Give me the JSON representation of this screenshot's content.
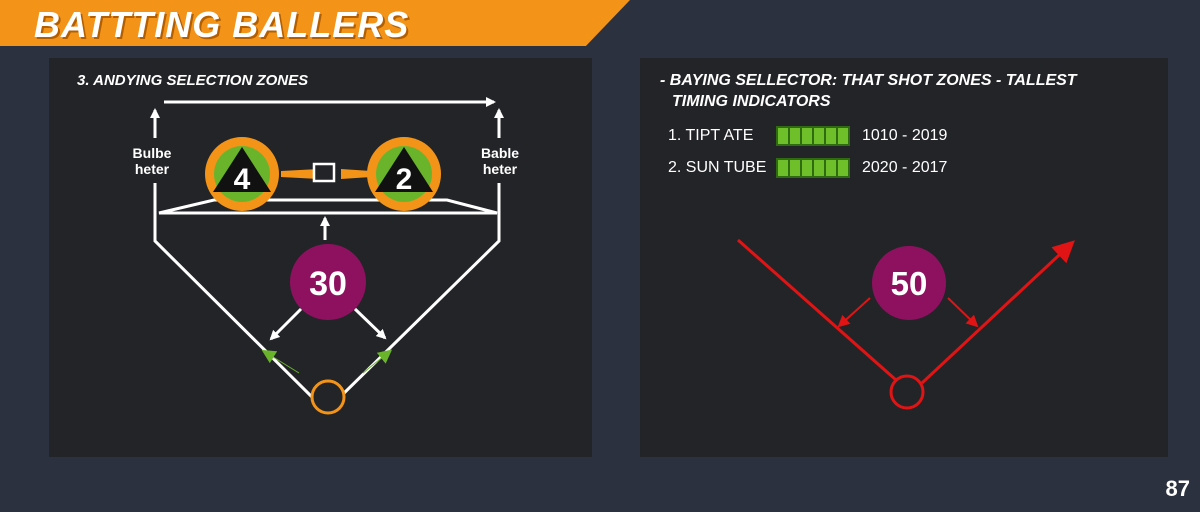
{
  "title": "BATTTING BALLERS",
  "page_number": "87",
  "left_panel": {
    "heading": "3. ANDYING SELECTION ZONES",
    "left_label": [
      "Bulbe",
      "heter"
    ],
    "right_label": [
      "Bable",
      "heter"
    ],
    "zone_left": "4",
    "zone_right": "2",
    "center_value": "30",
    "colors": {
      "zone_ring": "#f39419",
      "zone_fill": "#6ab42c",
      "center": "#8e1160",
      "arrow_green": "#6ab42c"
    }
  },
  "right_panel": {
    "heading_line1": "- BAYING SELLECTOR: THAT SHOT ZONES - TALLEST",
    "heading_line2": "TIMING INDICATORS",
    "indicators": [
      {
        "label": "1. TIPT ATE",
        "range": "1010 - 2019"
      },
      {
        "label": "2. SUN TUBE",
        "range": "2020 - 2017"
      }
    ],
    "center_value": "50",
    "colors": {
      "lines": "#e01414",
      "center": "#8e1160",
      "bar": "#6fbf2a"
    }
  }
}
